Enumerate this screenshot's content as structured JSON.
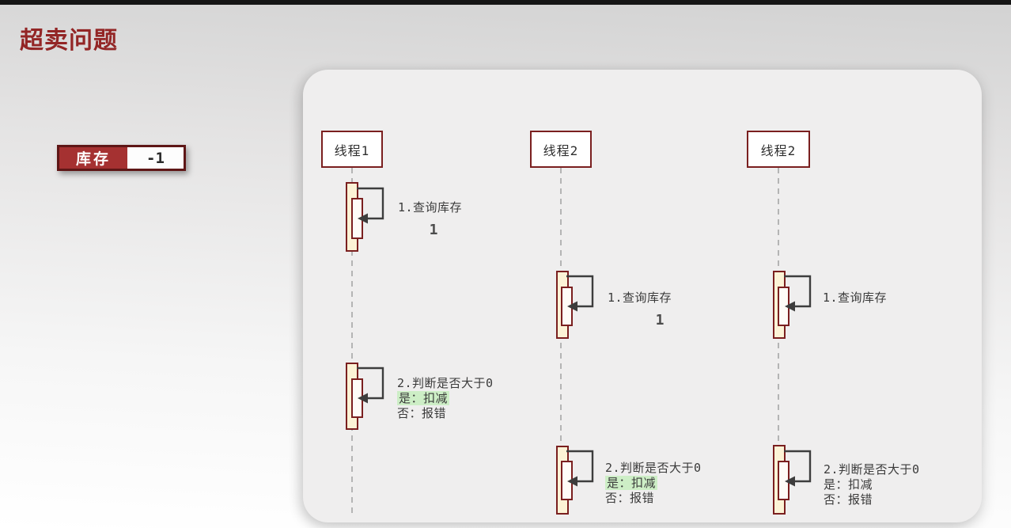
{
  "page": {
    "title": "超卖问题"
  },
  "inventory": {
    "label": "库存",
    "value": "-1"
  },
  "diagram": {
    "threads": [
      {
        "name": "线程1",
        "step1": {
          "label": "1.查询库存",
          "value": "1"
        },
        "step2": {
          "label": "2.判断是否大于0",
          "yes": "是：扣减",
          "no": "否：报错",
          "yes_highlighted": true
        }
      },
      {
        "name": "线程2",
        "step1": {
          "label": "1.查询库存",
          "value": "1"
        },
        "step2": {
          "label": "2.判断是否大于0",
          "yes": "是：扣减",
          "no": "否：报错",
          "yes_highlighted": true
        }
      },
      {
        "name": "线程2",
        "step1": {
          "label": "1.查询库存"
        },
        "step2": {
          "label": "2.判断是否大于0",
          "yes": "是：扣减",
          "no": "否：报错",
          "yes_highlighted": false
        }
      }
    ]
  },
  "colors": {
    "accent_red": "#932626",
    "maroon_border": "#7a1f1f",
    "inventory_fill": "#a53131",
    "activation_fill": "#fcf3d6",
    "highlight_green": "#cdeec6",
    "arrow_gray": "#3d3d3d"
  }
}
